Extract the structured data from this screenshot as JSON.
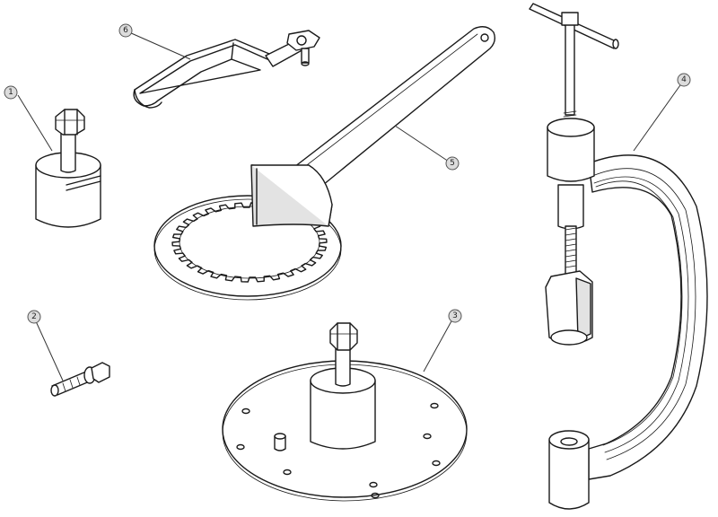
{
  "callouts": {
    "c1": "1",
    "c2": "2",
    "c3": "3",
    "c4": "4",
    "c5": "5",
    "c6": "6"
  },
  "colors": {
    "line": "#1a1a1a",
    "bubble_fill": "#dcdcdc",
    "background": "#ffffff"
  }
}
